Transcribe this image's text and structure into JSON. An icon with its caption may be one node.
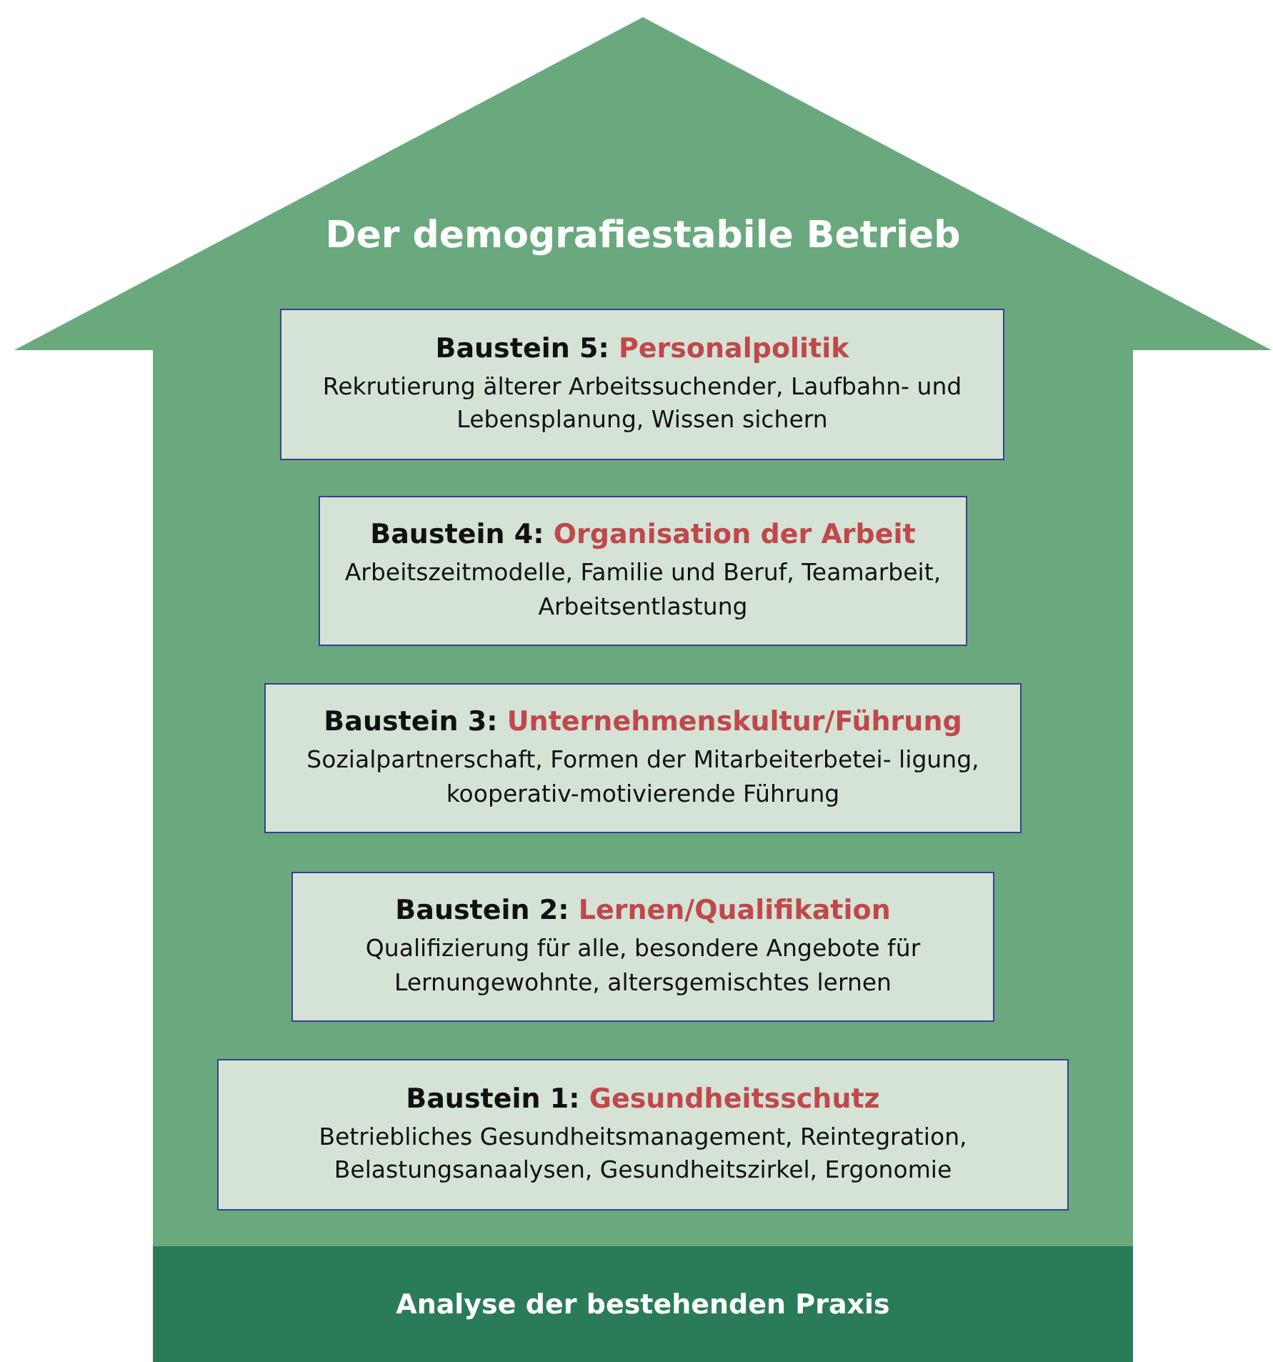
{
  "diagram": {
    "nodes": [
      {
        "text": [
          "Der demografiestabile Betrieb"
        ]
      },
      {
        "text": [
          "Baustein 5:",
          "Personalpolitik",
          "Rekrutierung älterer Arbeitssuchender, Laufbahn- und Lebensplanung, Wissen sichern"
        ],
        "in": 0
      },
      {
        "text": [
          "Baustein 4:",
          "Organisation der Arbeit",
          "Arbeitszeitmodelle, Familie und Beruf, Teamarbeit, Arbeitsentlastung"
        ],
        "in": 0
      },
      {
        "text": [
          "Baustein 3:",
          "Unternehmenskultur/Führung",
          "Sozialpartnerschaft, Formen der Mitarbeiterbetei- ligung, kooperativ-motivierende Führung"
        ],
        "in": 0
      },
      {
        "text": [
          "Baustein 2:",
          "Lernen/Qualifikation",
          "Qualifizierung für alle, besondere Angebote für Lernungewohnte, altersgemischtes lernen"
        ],
        "in": 0
      },
      {
        "text": [
          "Baustein 1:",
          "Gesundheitsschutz",
          "Betriebliches Gesundheitsmanagement, Reintegration, Belastungsanaalysen, Gesundheitszirkel, Ergonomie"
        ],
        "in": 0
      },
      {
        "text": [
          "Analyse der bestehenden Praxis"
        ],
        "in": 0
      }
    ]
  }
}
